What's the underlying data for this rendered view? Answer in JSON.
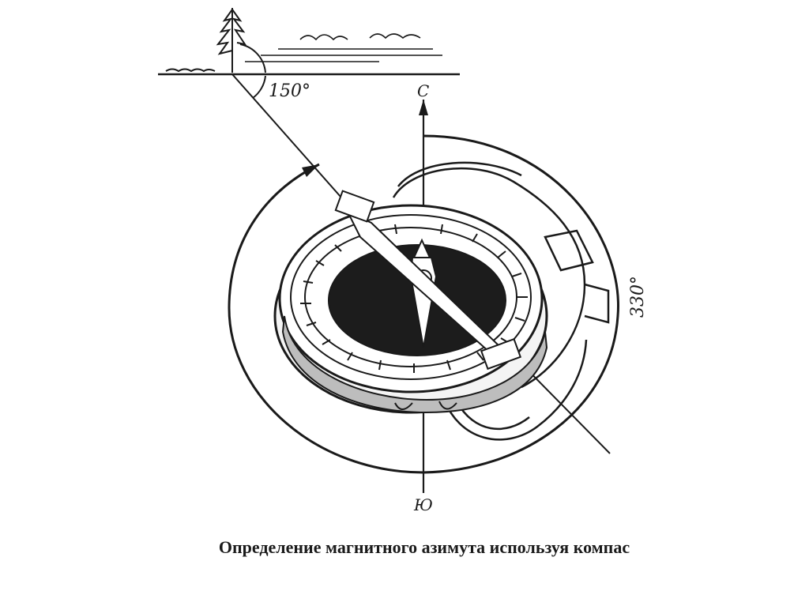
{
  "figure": {
    "angle_label_small": "150°",
    "angle_label_large": "330°",
    "north_label": "С",
    "south_label": "Ю"
  },
  "caption": "Определение магнитного азимута используя компас",
  "colors": {
    "ink": "#1a1a1a",
    "background": "#ffffff"
  }
}
